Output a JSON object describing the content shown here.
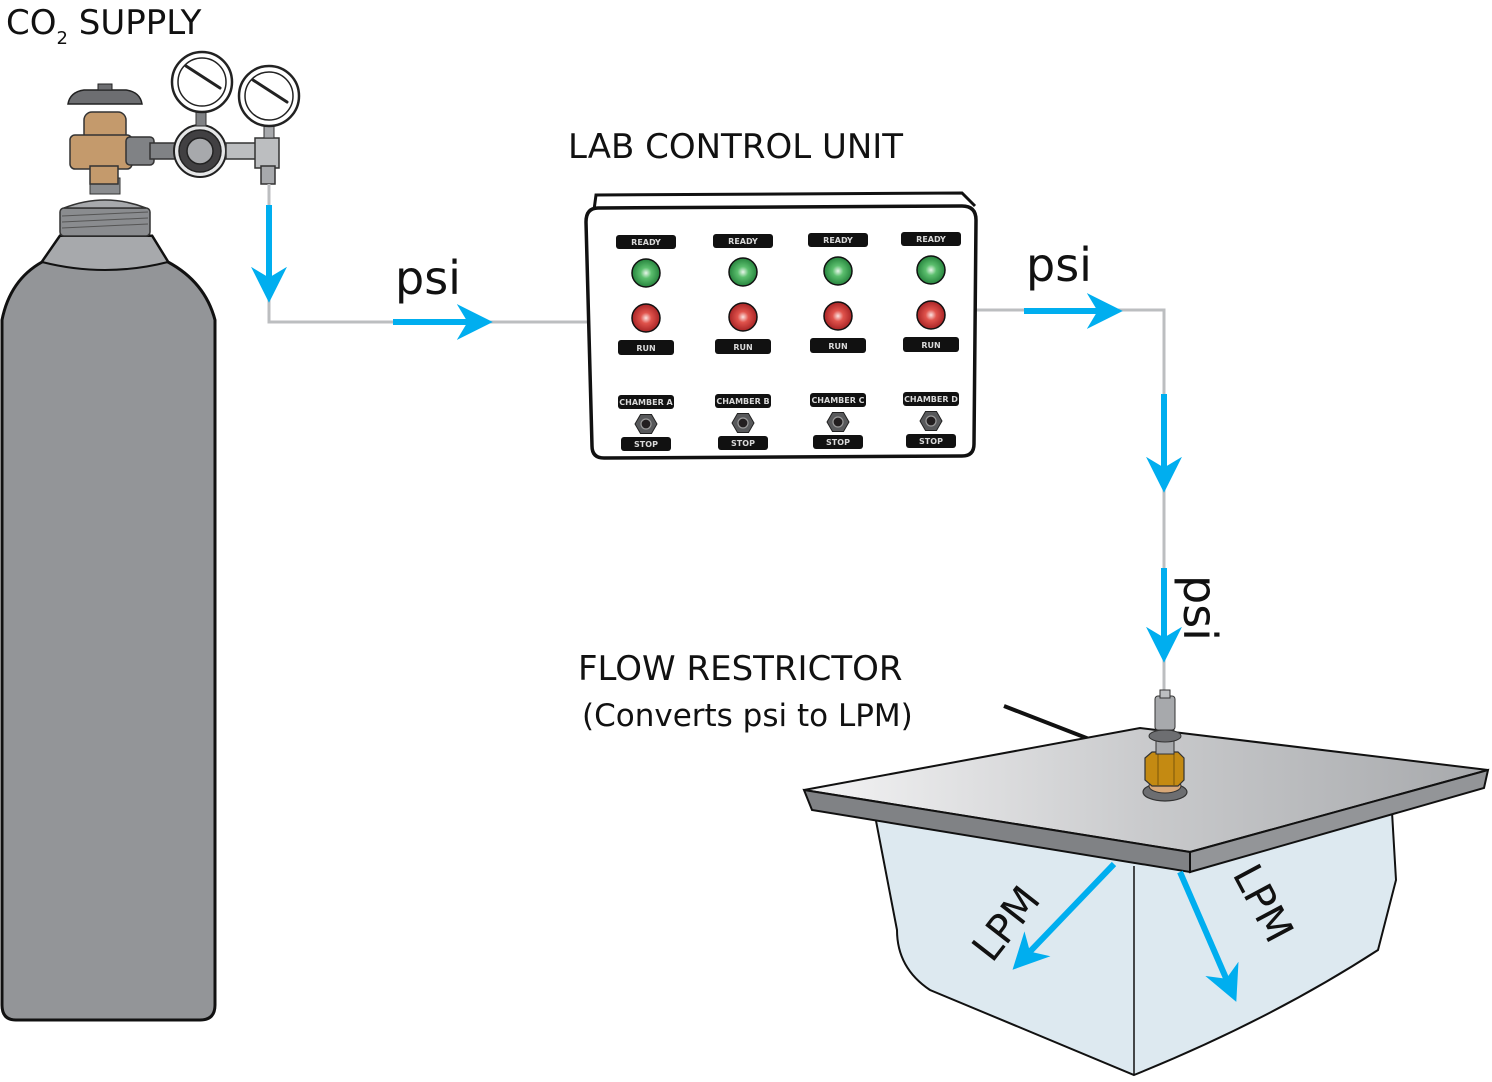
{
  "title_supply": {
    "main": "CO",
    "sub": "2",
    "rest": " SUPPLY"
  },
  "title_control": "LAB CONTROL UNIT",
  "flow_labels": {
    "psi_1": "psi",
    "psi_2": "psi",
    "psi_3": "psi",
    "lpm_left": "LPM",
    "lpm_right": "LPM"
  },
  "restrictor": {
    "title": "FLOW RESTRICTOR",
    "subtitle": "(Converts psi to LPM)"
  },
  "control_unit": {
    "channels": [
      {
        "ready": "READY",
        "run": "RUN",
        "chamber": "CHAMBER A",
        "stop": "STOP"
      },
      {
        "ready": "READY",
        "run": "RUN",
        "chamber": "CHAMBER B",
        "stop": "STOP"
      },
      {
        "ready": "READY",
        "run": "RUN",
        "chamber": "CHAMBER C",
        "stop": "STOP"
      },
      {
        "ready": "READY",
        "run": "RUN",
        "chamber": "CHAMBER D",
        "stop": "STOP"
      }
    ]
  },
  "colors": {
    "flow_arrow": "#00aeef",
    "pipe": "#bcbec0",
    "cylinder": "#939598",
    "brass": "#c49a6c",
    "ready_light": "#2e9a4a",
    "run_light": "#c1272d",
    "chamber_fill": "#dde9f0"
  }
}
